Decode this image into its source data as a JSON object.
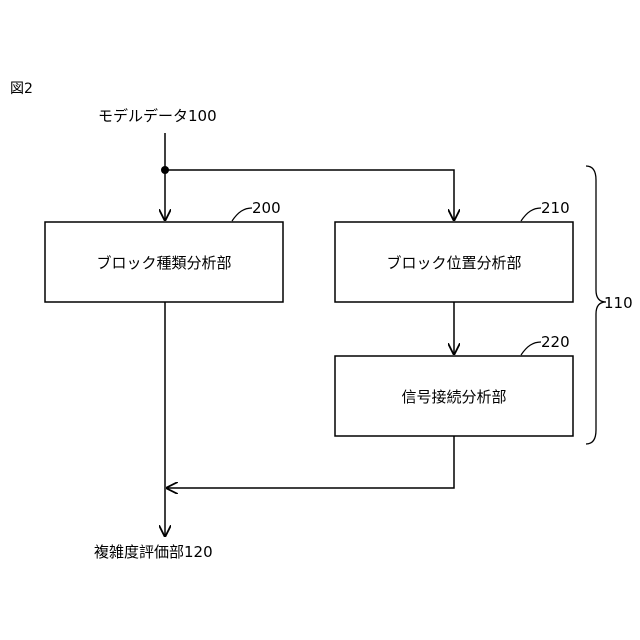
{
  "figure_label": "図2",
  "input_label": "モデルデータ100",
  "output_label": "複雑度評価部120",
  "boxes": {
    "block_type": {
      "label": "ブロック種類分析部",
      "ref": "200"
    },
    "block_position": {
      "label": "ブロック位置分析部",
      "ref": "210"
    },
    "signal_connection": {
      "label": "信号接続分析部",
      "ref": "220"
    }
  },
  "group_ref": "110"
}
